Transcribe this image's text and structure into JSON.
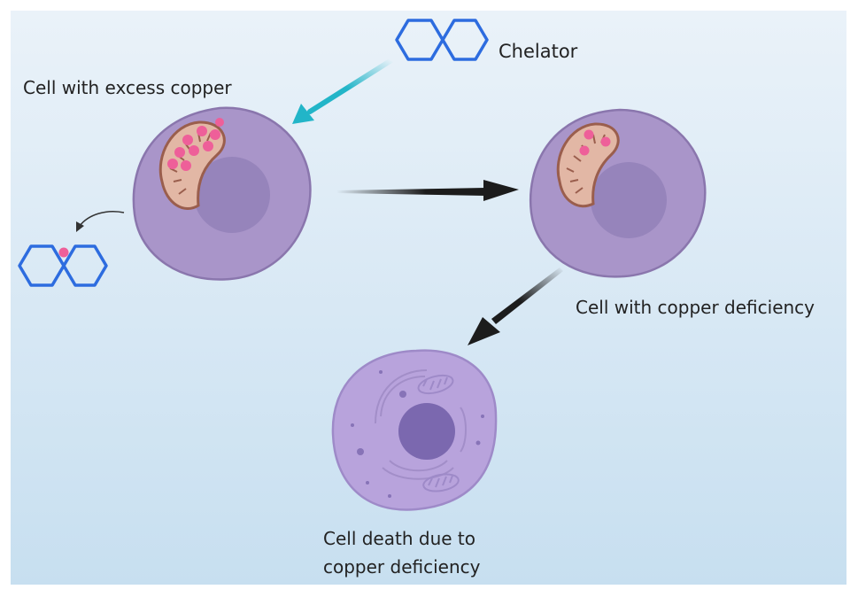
{
  "labels": {
    "chelator": "Chelator",
    "excess": "Cell with excess copper",
    "deficiency": "Cell with copper deficiency",
    "death_line1": "Cell death due to",
    "death_line2": "copper deficiency"
  },
  "colors": {
    "cell_fill": "#a995c9",
    "cell_stroke": "#8a76ad",
    "nucleus": "#9684bb",
    "mito_fill": "#e2b7a5",
    "mito_stroke": "#9a5e4d",
    "copper_ion": "#ee5f99",
    "chelator_stroke": "#2d6cdf",
    "chelator_arrow": "#22b5c8",
    "process_arrow": "#1c1c1c",
    "dying_cell_fill": "#b8a3dc",
    "dying_nucleus": "#7b68af"
  }
}
